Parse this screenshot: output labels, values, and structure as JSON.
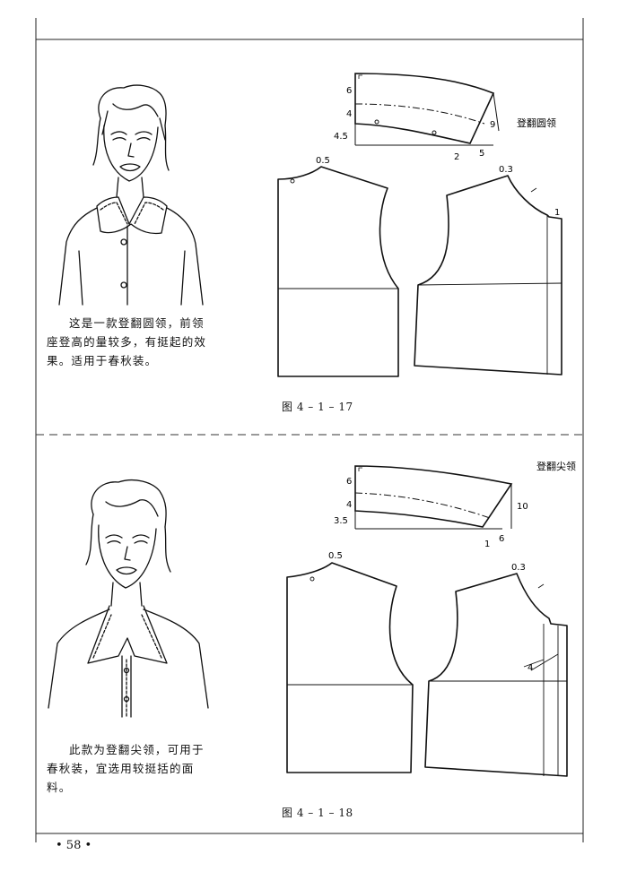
{
  "page_number": "• 58 •",
  "figures": [
    {
      "description": "这是一款登翻圆领，前领座登高的量较多，有挺起的效果。适用于春秋装。",
      "caption": "图 4 – 1 – 17",
      "collar_name": "登翻圆领",
      "labels": {
        "d6": "6",
        "d4": "4",
        "d45": "4.5",
        "d2": "2",
        "d5": "5",
        "d9": "9",
        "d05": "0.5",
        "d03": "0.3",
        "d1": "1"
      }
    },
    {
      "description": "此款为登翻尖领，可用于春秋装，宜选用较挺括的面料。",
      "caption": "图 4 – 1 – 18",
      "collar_name": "登翻尖领",
      "labels": {
        "d6": "6",
        "d4": "4",
        "d35": "3.5",
        "d1": "1",
        "d6b": "6",
        "d10": "10",
        "d05": "0.5",
        "d03": "0.3",
        "d4b": "4"
      }
    }
  ]
}
